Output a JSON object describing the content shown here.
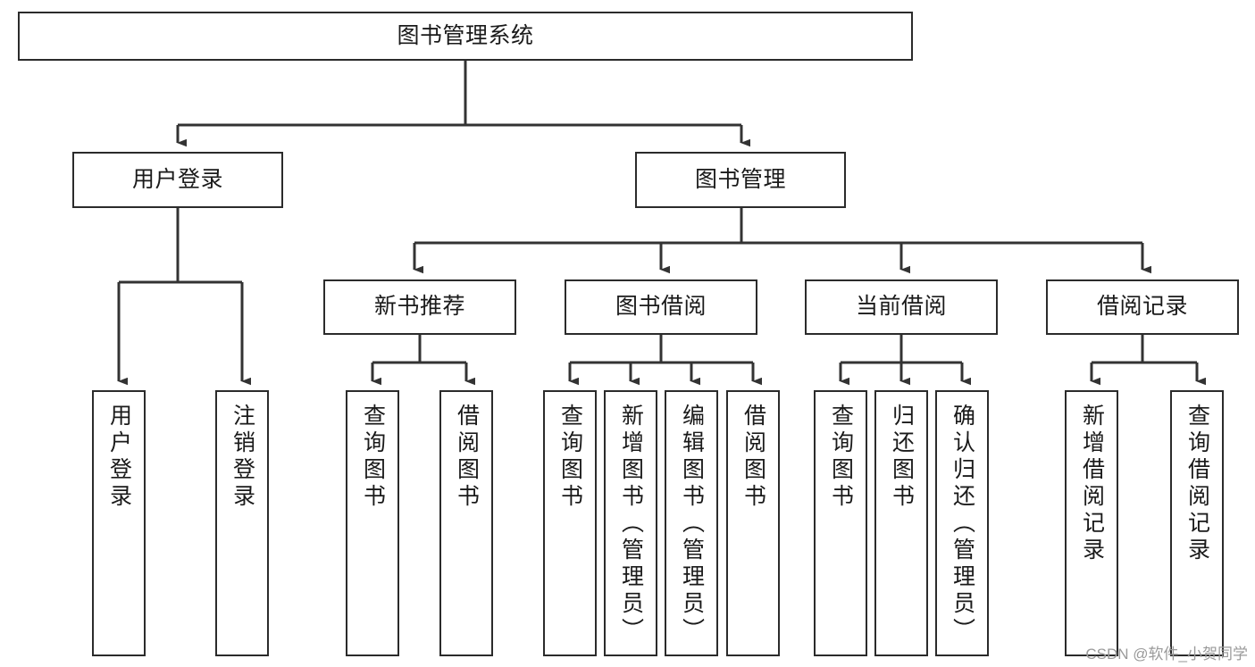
{
  "diagram": {
    "type": "tree",
    "title": "图书管理系统",
    "theme": {
      "background": "#ffffff",
      "box_border": "#2b2b2b",
      "box_fill": "#ffffff",
      "text": "#1a1a1a",
      "connector": "#333333",
      "watermark": "#9a9a9a"
    },
    "root": {
      "label": "图书管理系统"
    },
    "level2": [
      {
        "label": "用户登录"
      },
      {
        "label": "图书管理"
      }
    ],
    "level3": [
      {
        "label": "新书推荐"
      },
      {
        "label": "图书借阅"
      },
      {
        "label": "当前借阅"
      },
      {
        "label": "借阅记录"
      }
    ],
    "leaves": {
      "user_login": [
        {
          "label": "用户登录"
        },
        {
          "label": "注销登录"
        }
      ],
      "new_book_recommend": [
        {
          "label": "查询图书"
        },
        {
          "label": "借阅图书"
        }
      ],
      "book_borrow": [
        {
          "label": "查询图书"
        },
        {
          "label": "新增图书（管理员）"
        },
        {
          "label": "编辑图书（管理员）"
        },
        {
          "label": "借阅图书"
        }
      ],
      "current_borrow": [
        {
          "label": "查询图书"
        },
        {
          "label": "归还图书"
        },
        {
          "label": "确认归还（管理员）"
        }
      ],
      "borrow_record": [
        {
          "label": "新增借阅记录"
        },
        {
          "label": "查询借阅记录"
        }
      ]
    }
  },
  "watermark": {
    "text": "CSDN @软件_小贺同学"
  }
}
